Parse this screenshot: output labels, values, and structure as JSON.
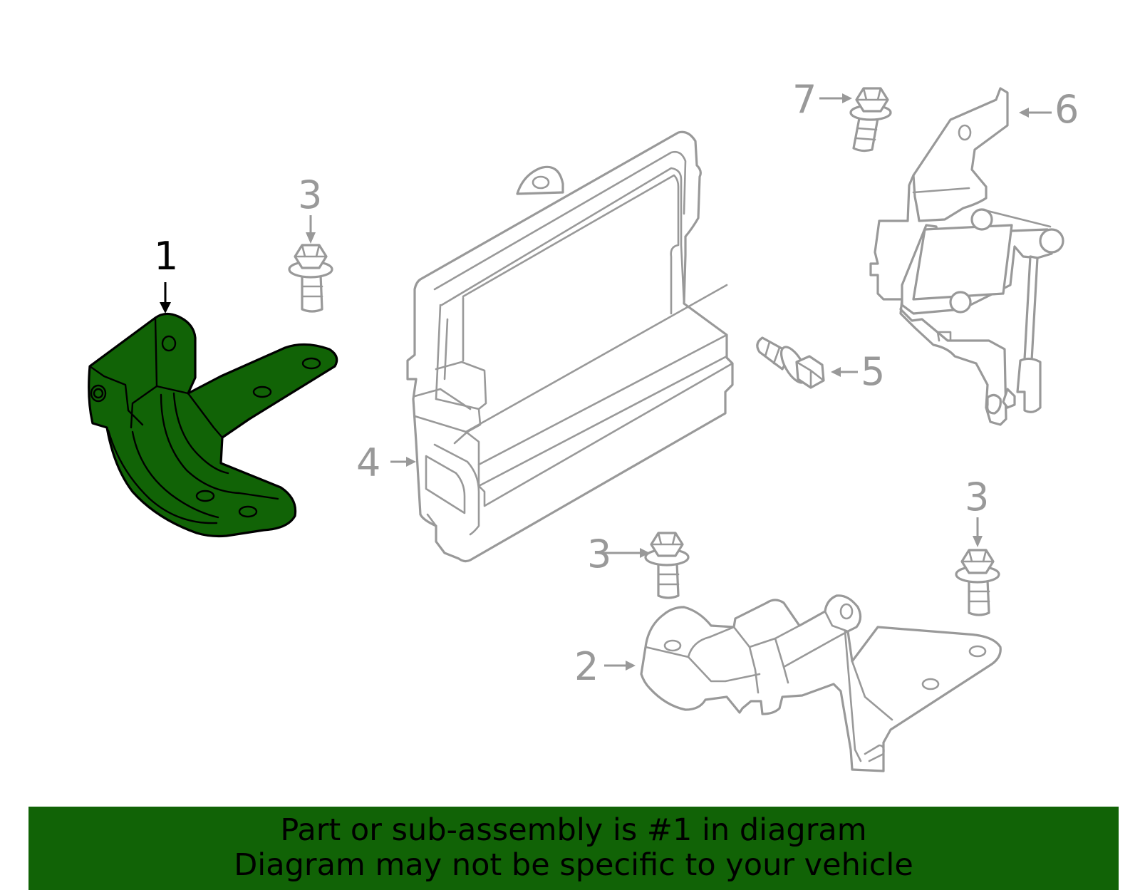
{
  "callouts": {
    "part1": "1",
    "part2": "2",
    "part3a": "3",
    "part3b": "3",
    "part3c": "3",
    "part4": "4",
    "part5": "5",
    "part6": "6",
    "part7": "7"
  },
  "banner": {
    "line1": "Part or sub-assembly is #1 in diagram",
    "line2": "Diagram may not be specific to your vehicle"
  },
  "colors": {
    "highlight": "#116306",
    "outline": "#999999",
    "active_outline": "#000000"
  }
}
